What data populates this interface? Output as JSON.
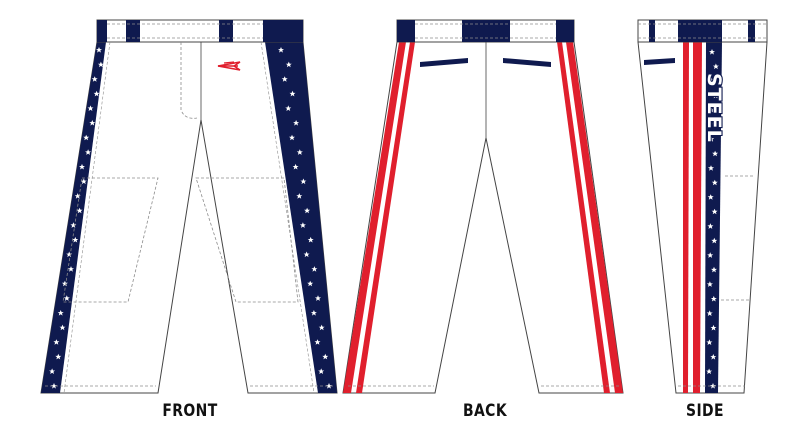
{
  "views": {
    "front": {
      "label": "FRONT"
    },
    "back": {
      "label": "BACK"
    },
    "side": {
      "label": "SIDE"
    }
  },
  "side_text": "STEEL",
  "colors": {
    "navy": "#0f1a4f",
    "red": "#e01f2d",
    "white": "#ffffff",
    "outline": "#444444",
    "stitch": "#8c8c8c"
  },
  "icons": {
    "front_logo": "red-arrow-logo-icon",
    "stars": "star-icon"
  }
}
